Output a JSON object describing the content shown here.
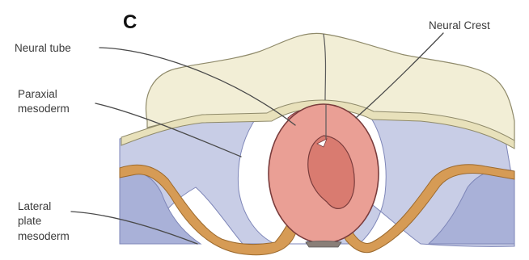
{
  "figure": {
    "panel_letter": "C",
    "labels": {
      "neural_tube": "Neural tube",
      "neural_crest": "Neural Crest",
      "paraxial_line1": "Paraxial",
      "paraxial_line2": "mesoderm",
      "lateral_line1": "Lateral",
      "lateral_line2": "plate",
      "lateral_line3": "mesoderm"
    },
    "colors": {
      "ectoderm": "#f2eed6",
      "ectoderm_edge": "#cfc8a4",
      "mesoderm": "#c8cde6",
      "mesoderm_dark": "#a9b1d8",
      "endoderm_band": "#d69b55",
      "neural_tube": "#ea9f95",
      "neural_lumen": "#d97b70",
      "neural_crest": "#e3868a"
    }
  }
}
